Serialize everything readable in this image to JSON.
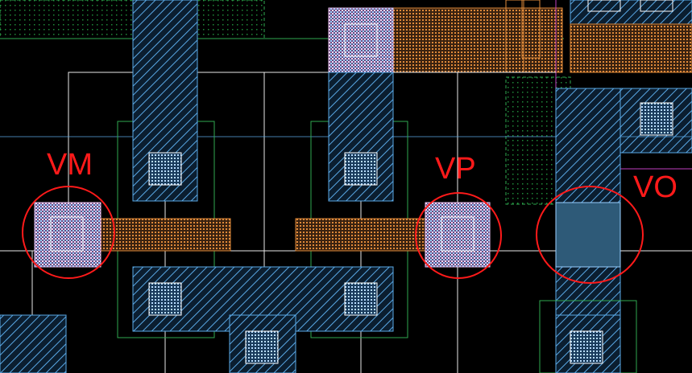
{
  "canvas": {
    "background": "#000000"
  },
  "colors": {
    "metal1": "#5aa9e6",
    "poly": "#e08a3a",
    "contact": "#e8c0f0",
    "well_outline": "#2fa84f",
    "diff_dotted": "#1f8a3a",
    "wire": "#e8e8e8",
    "magenta": "#c040c0",
    "annotation": "#ff1a1a"
  },
  "annotations": [
    {
      "id": "vm",
      "label": "VM"
    },
    {
      "id": "vp",
      "label": "VP"
    },
    {
      "id": "vo",
      "label": "VO"
    }
  ]
}
